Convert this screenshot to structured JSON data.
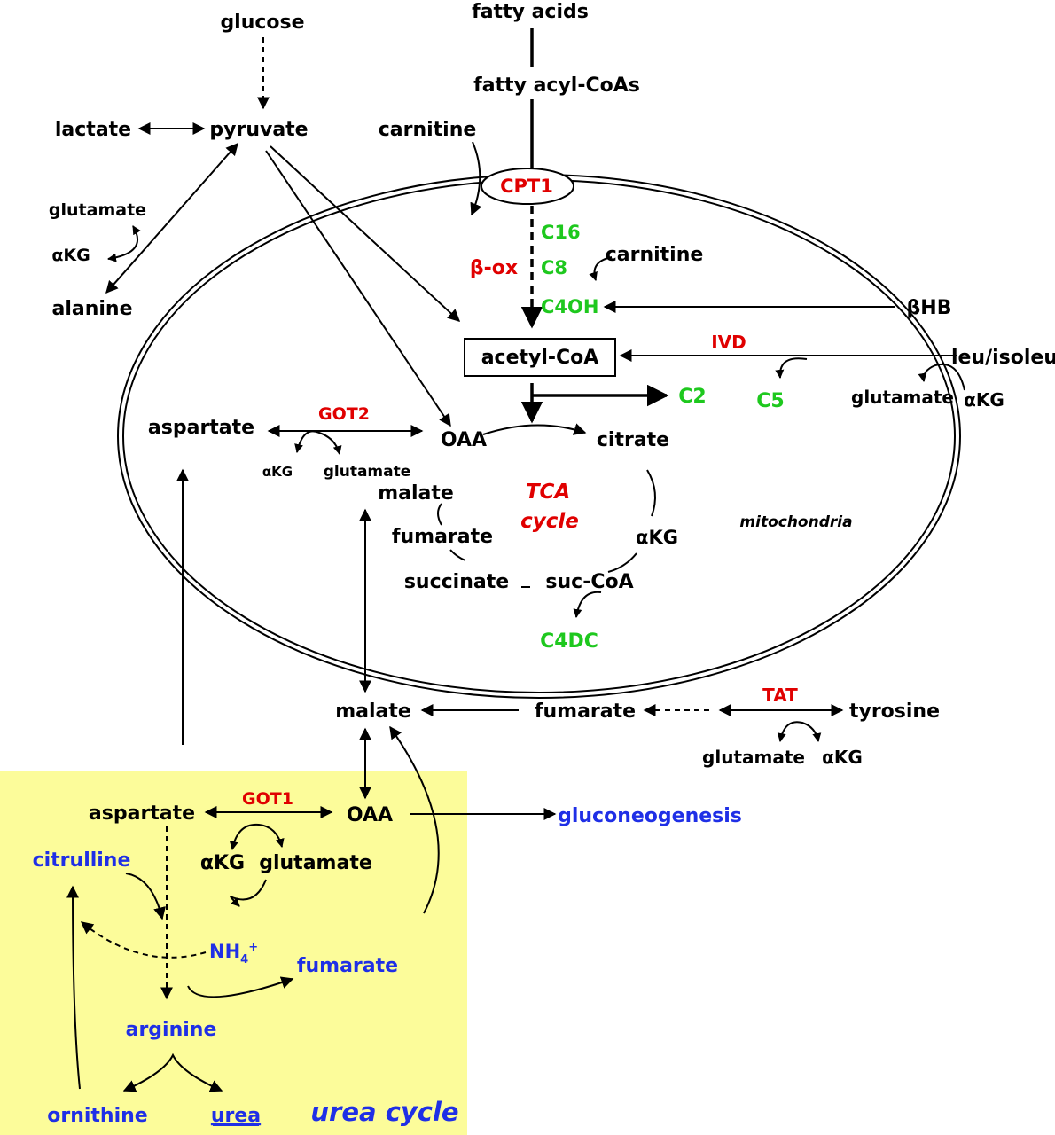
{
  "colors": {
    "metabolite": "#000000",
    "enzyme": "#e00000",
    "acylcarnitine": "#1ec81e",
    "urea_cycle": "#1f2fe6",
    "urea_cycle_region": "#fcfc9a"
  },
  "cytosol_top": {
    "fatty_acids": "fatty acids",
    "fatty_acyl_coas": "fatty acyl-CoAs",
    "glucose": "glucose",
    "lactate": "lactate",
    "pyruvate": "pyruvate",
    "carnitine": "carnitine",
    "glutamate": "glutamate",
    "akg": "αKG",
    "alanine": "alanine"
  },
  "mitochondria": {
    "compartment_label": "mitochondria",
    "cpt1": "CPT1",
    "beta_ox": "β-ox",
    "c16": "C16",
    "c8": "C8",
    "c4oh": "C4OH",
    "carnitine": "carnitine",
    "bhb": "βHB",
    "acetyl_coa": "acetyl-CoA",
    "ivd": "IVD",
    "leu_isoleu": "leu/isoleu",
    "c5": "C5",
    "glutamate_right": "glutamate",
    "akg_right": "αKG",
    "c2": "C2",
    "got2": "GOT2",
    "aspartate": "aspartate",
    "akg_got2": "αKG",
    "glutamate_got2": "glutamate"
  },
  "tca": {
    "oaa": "OAA",
    "citrate": "citrate",
    "malate": "malate",
    "cycle_label_1": "TCA",
    "cycle_label_2": "cycle",
    "fumarate": "fumarate",
    "akg": "αKG",
    "succinate": "succinate",
    "suc_coa": "suc-CoA",
    "c4dc": "C4DC"
  },
  "cytosol_bottom": {
    "malate": "malate",
    "fumarate": "fumarate",
    "tat": "TAT",
    "tyrosine": "tyrosine",
    "glutamate": "glutamate",
    "akg": "αKG",
    "aspartate": "aspartate",
    "got1": "GOT1",
    "oaa": "OAA",
    "gluconeogenesis": "gluconeogenesis",
    "akg_got1": "αKG",
    "glutamate_got1": "glutamate"
  },
  "urea_cycle": {
    "citrulline": "citrulline",
    "nh4": "NH",
    "nh4_sub": "4",
    "nh4_sup": "+",
    "fumarate": "fumarate",
    "arginine": "arginine",
    "ornithine": "ornithine",
    "urea": "urea",
    "title": "urea cycle"
  }
}
